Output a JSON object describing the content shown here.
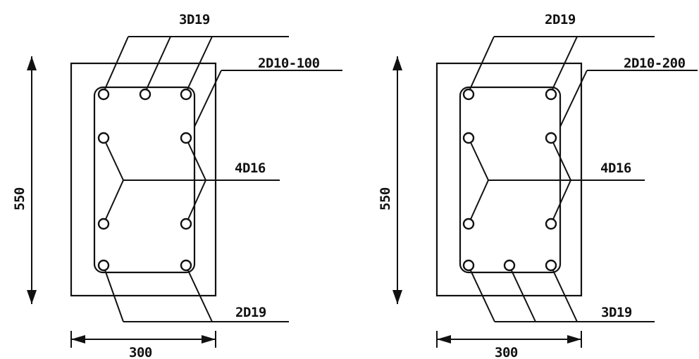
{
  "sections": [
    {
      "top_bars_label": "3D19",
      "stirrup_label": "2D10-100",
      "side_bars_label": "4D16",
      "bottom_bars_label": "2D19",
      "height_label": "550",
      "width_label": "300"
    },
    {
      "top_bars_label": "2D19",
      "stirrup_label": "2D10-200",
      "side_bars_label": "4D16",
      "bottom_bars_label": "3D19",
      "height_label": "550",
      "width_label": "300"
    }
  ]
}
